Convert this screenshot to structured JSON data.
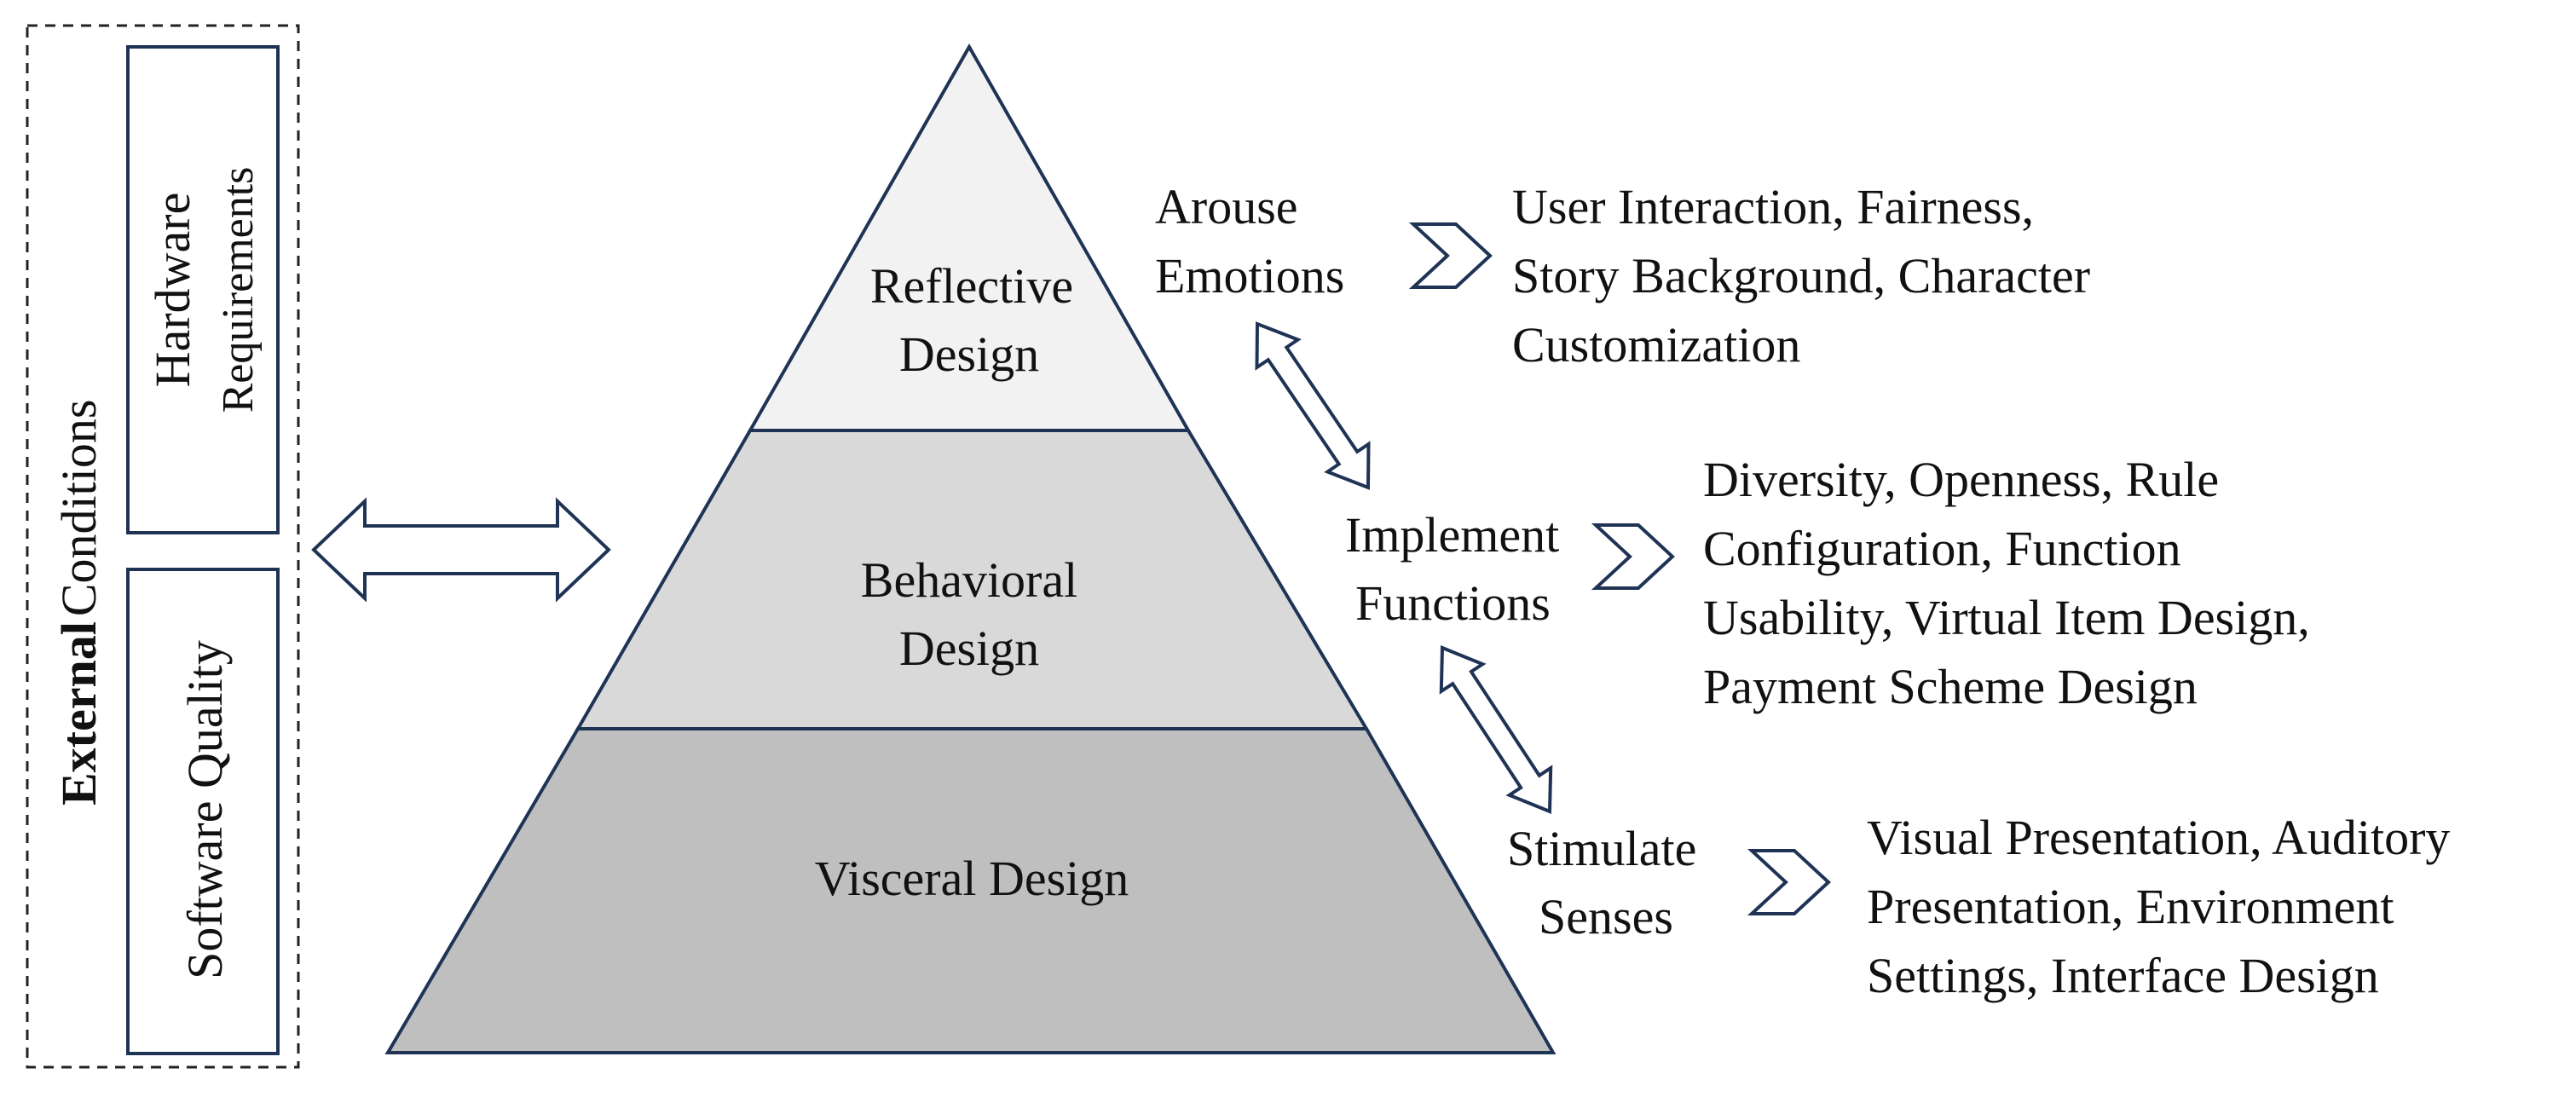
{
  "external_conditions": {
    "title_bold": "External",
    "title_rest": "Conditions",
    "hardware_line1": "Hardware",
    "hardware_line2": "Requirements",
    "software": "Software Quality"
  },
  "pyramid": {
    "top_line1": "Reflective",
    "top_line2": "Design",
    "mid_line1": "Behavioral",
    "mid_line2": "Design",
    "bottom": "Visceral Design",
    "fills": {
      "top": "#f2f2f2",
      "mid": "#d9d9d9",
      "bottom": "#bfbfbf"
    }
  },
  "levels": {
    "reflective": {
      "label_line1": "Arouse",
      "label_line2": "Emotions",
      "desc_lines": [
        "User Interaction, Fairness,",
        "Story Background, Character",
        "Customization"
      ]
    },
    "behavioral": {
      "label_line1": "Implement",
      "label_line2": "Functions",
      "desc_lines": [
        "Diversity, Openness, Rule",
        "Configuration, Function",
        "Usability, Virtual Item Design,",
        "Payment Scheme Design"
      ]
    },
    "visceral": {
      "label_line1": "Stimulate",
      "label_line2": "Senses",
      "desc_lines": [
        "Visual Presentation, Auditory",
        "Presentation, Environment",
        "Settings, Interface Design"
      ]
    }
  },
  "colors": {
    "stroke": "#1f3355"
  }
}
